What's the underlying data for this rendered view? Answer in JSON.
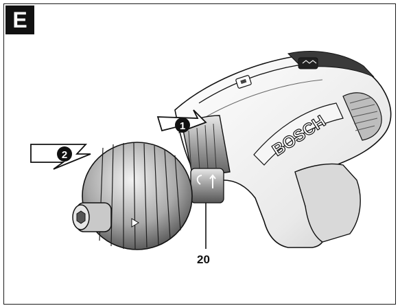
{
  "section": {
    "letter": "E"
  },
  "steps": [
    {
      "number": "1"
    },
    {
      "number": "2"
    }
  ],
  "callout": {
    "label": "20"
  },
  "tool": {
    "brand": "BOSCH"
  },
  "colors": {
    "ink": "#111111",
    "body": "#ffffff",
    "shade": "#cfcfcf",
    "dark_shade": "#7a7a7a"
  }
}
